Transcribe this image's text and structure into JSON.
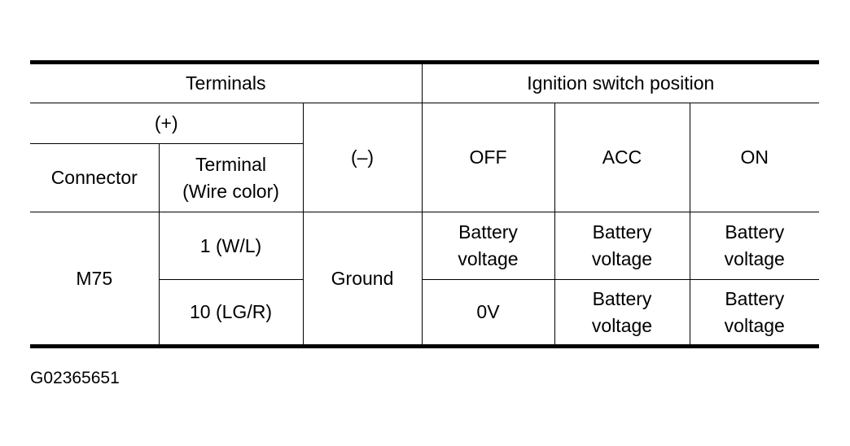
{
  "table": {
    "header": {
      "terminals": "Terminals",
      "ignition_switch_position": "Ignition switch position",
      "plus": "(+)",
      "minus": "(–)",
      "off": "OFF",
      "acc": "ACC",
      "on": "ON",
      "connector": "Connector",
      "terminal_line1": "Terminal",
      "terminal_line2": "(Wire color)"
    },
    "rows": [
      {
        "connector": "M75",
        "terminal": "1 (W/L)",
        "ground": "Ground",
        "off_line1": "Battery",
        "off_line2": "voltage",
        "acc_line1": "Battery",
        "acc_line2": "voltage",
        "on_line1": "Battery",
        "on_line2": "voltage"
      },
      {
        "terminal": "10 (LG/R)",
        "off": "0V",
        "acc_line1": "Battery",
        "acc_line2": "voltage",
        "on_line1": "Battery",
        "on_line2": "voltage"
      }
    ]
  },
  "figure_id": "G02365651"
}
